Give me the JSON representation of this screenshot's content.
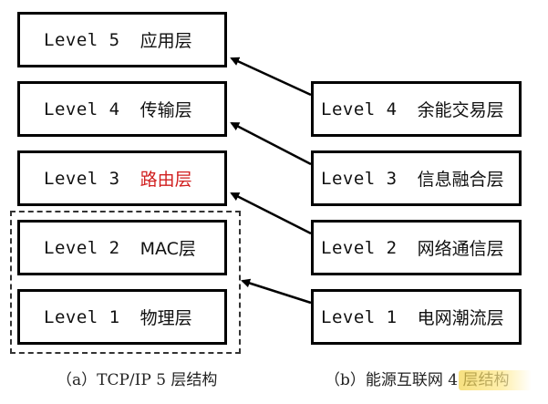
{
  "left_stack": [
    {
      "level": "Level 5",
      "name": "应用层",
      "color": "#111111"
    },
    {
      "level": "Level 4",
      "name": "传输层",
      "color": "#111111"
    },
    {
      "level": "Level 3",
      "name": "路由层",
      "color": "#d11f1f"
    },
    {
      "level": "Level 2",
      "name": "MAC层",
      "color": "#111111"
    },
    {
      "level": "Level 1",
      "name": "物理层",
      "color": "#111111"
    }
  ],
  "right_stack": [
    {
      "level": "Level 4",
      "name": "余能交易层"
    },
    {
      "level": "Level 3",
      "name": "信息融合层"
    },
    {
      "level": "Level 2",
      "name": "网络通信层"
    },
    {
      "level": "Level 1",
      "name": "电网潮流层"
    }
  ],
  "captions": {
    "left": "（a）TCP/IP 5 层结构",
    "right": "（b）能源互联网 4 层结构"
  }
}
